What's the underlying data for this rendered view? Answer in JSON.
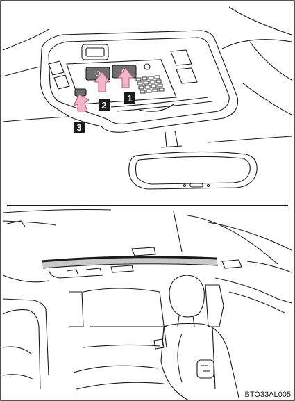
{
  "callouts": [
    {
      "number": "1"
    },
    {
      "number": "2"
    },
    {
      "number": "3"
    }
  ],
  "figure_code": "BTO33AL005",
  "colors": {
    "arrow_fill": "#f2b6c6",
    "arrow_stroke": "#c0567a",
    "panel_dark": "#6e6e6e",
    "line": "#1a1a1a",
    "highlight_band": "#c8c8c8"
  }
}
